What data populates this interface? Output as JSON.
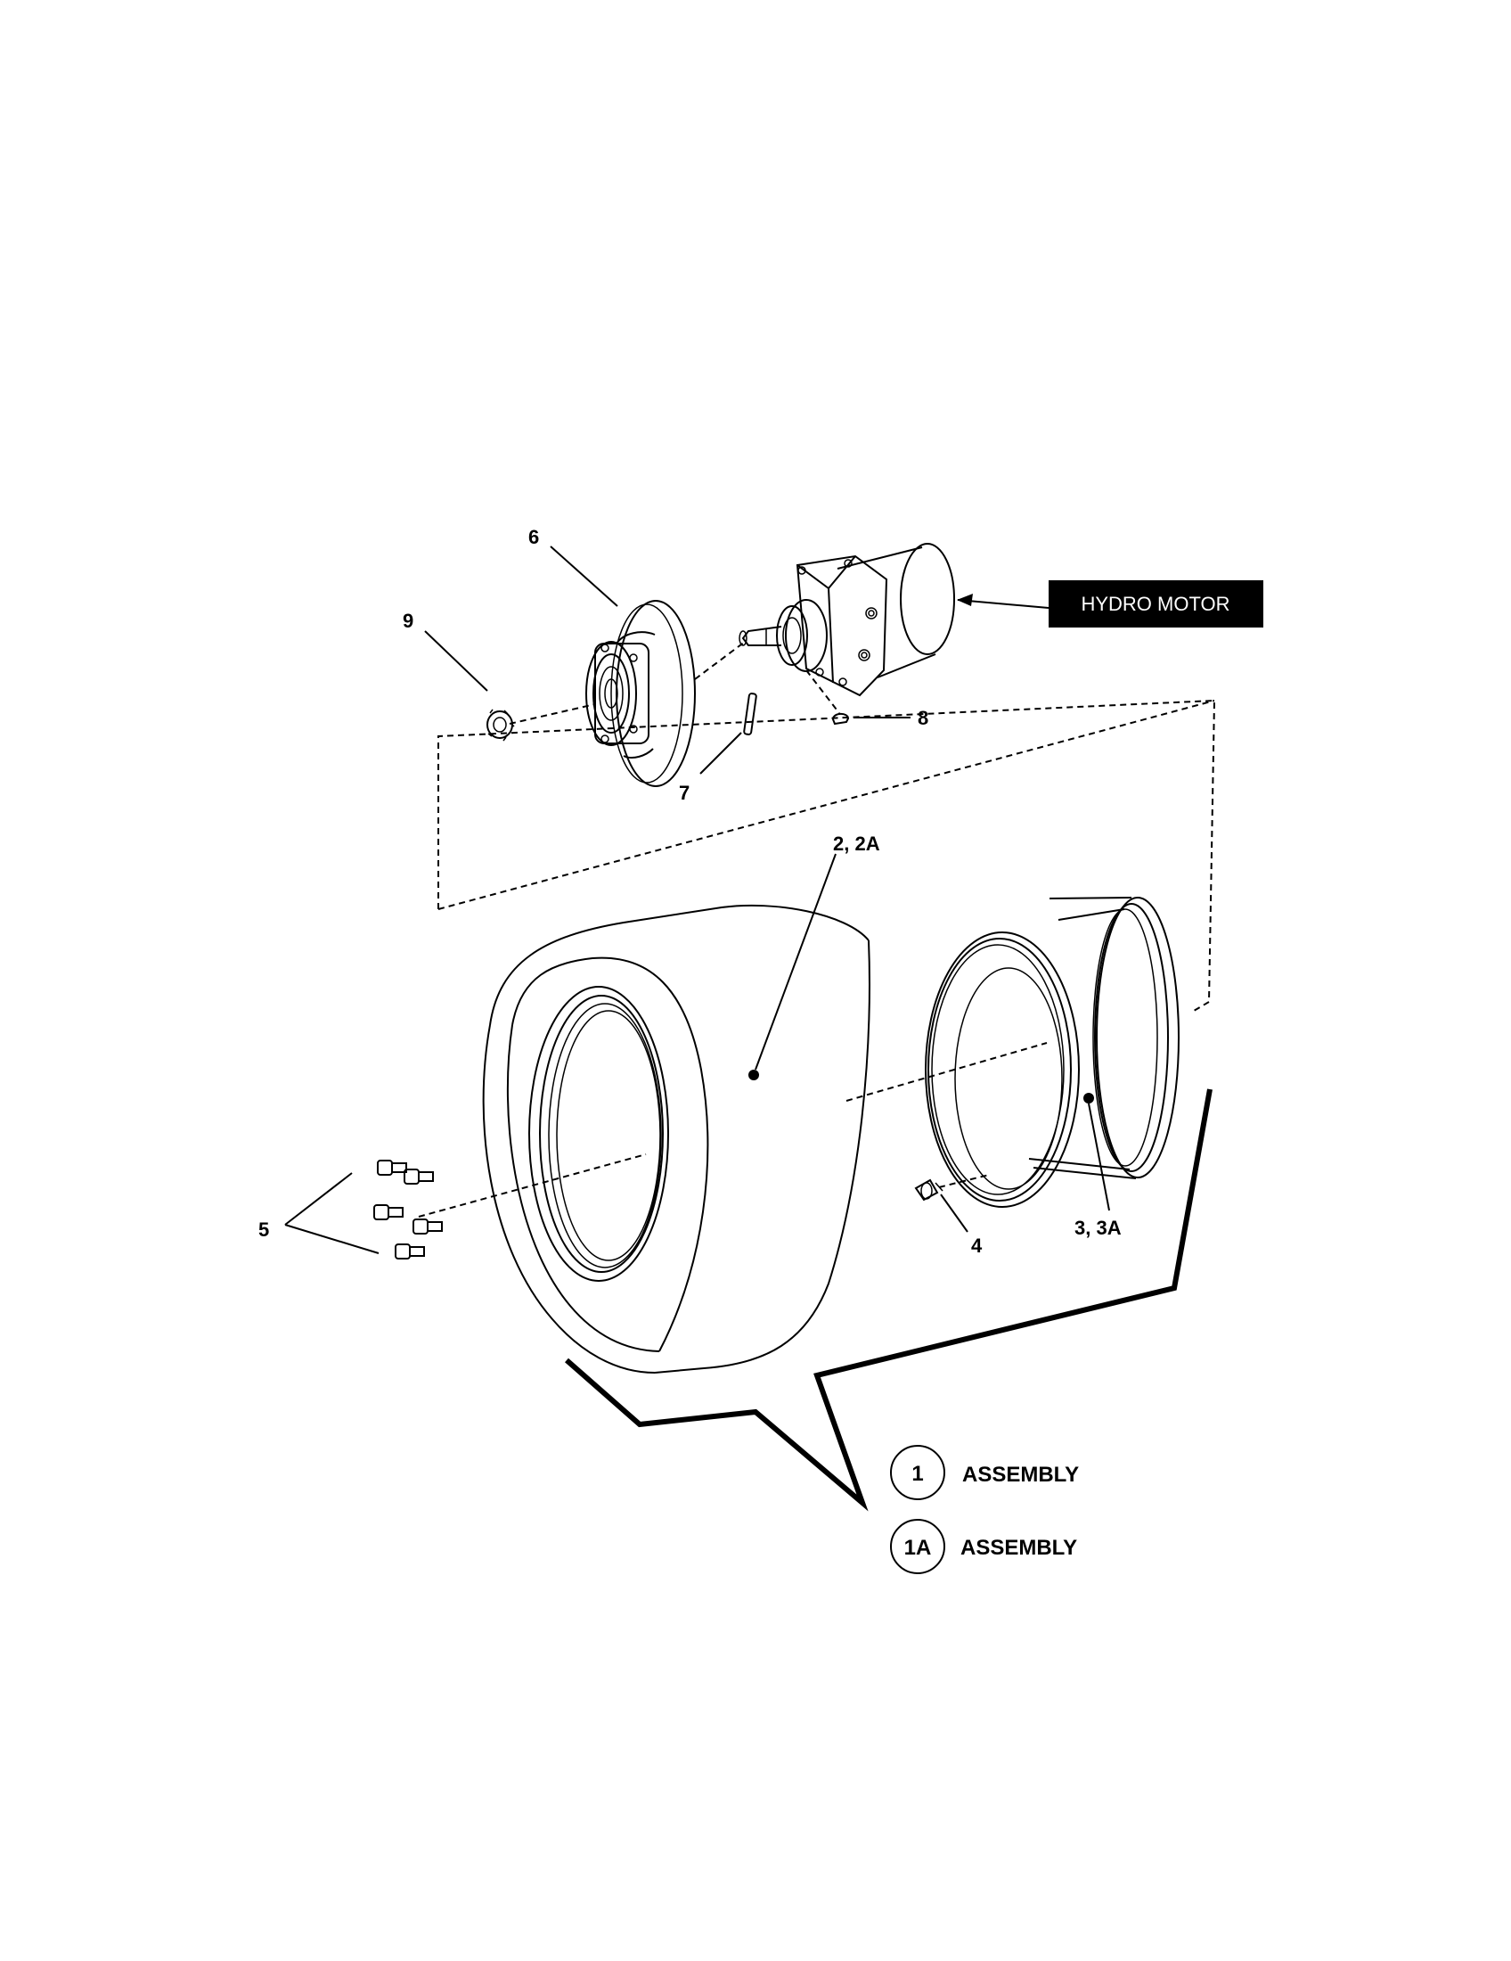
{
  "callouts": {
    "c6": "6",
    "c9": "9",
    "c7": "7",
    "c8": "8",
    "c2": "2, 2A",
    "c4": "4",
    "c3": "3, 3A",
    "c5": "5"
  },
  "hydro_motor": {
    "label": "HYDRO MOTOR"
  },
  "assemblies": [
    {
      "circle": "1",
      "label": "ASSEMBLY"
    },
    {
      "circle": "1A",
      "label": "ASSEMBLY"
    }
  ],
  "colors": {
    "ink": "#000000",
    "paper": "#ffffff",
    "label_box": "#000000"
  }
}
